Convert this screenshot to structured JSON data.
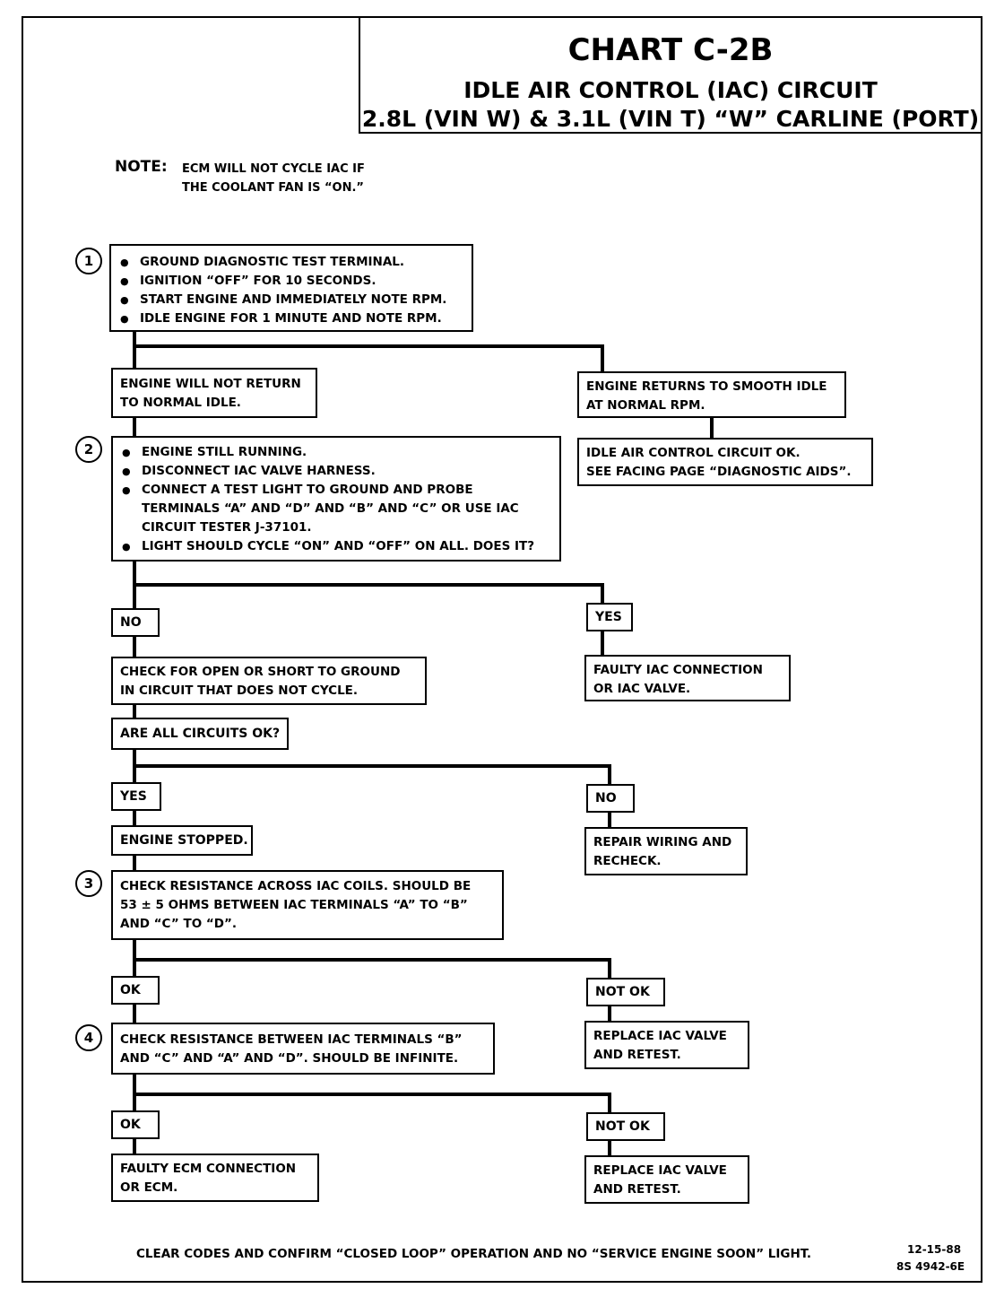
{
  "header": {
    "title": "CHART C-2B",
    "subtitle_line1": "IDLE AIR CONTROL (IAC) CIRCUIT",
    "subtitle_line2": "2.8L (VIN W) & 3.1L (VIN T)  “W”  CARLINE  (PORT)"
  },
  "note": {
    "label": "NOTE:",
    "line1": "ECM WILL NOT CYCLE IAC IF",
    "line2": "THE COOLANT FAN IS “ON.”"
  },
  "steps": {
    "s1": "1",
    "s2": "2",
    "s3": "3",
    "s4": "4"
  },
  "step1_box": {
    "items": [
      "GROUND DIAGNOSTIC TEST TERMINAL.",
      "IGNITION “OFF” FOR 10 SECONDS.",
      "START ENGINE AND IMMEDIATELY NOTE RPM.",
      "IDLE ENGINE FOR 1 MINUTE AND NOTE RPM."
    ]
  },
  "engine_no_return": {
    "line1": "ENGINE WILL NOT RETURN",
    "line2": "TO NORMAL IDLE."
  },
  "engine_returns": {
    "line1": "ENGINE RETURNS TO SMOOTH IDLE",
    "line2": "AT NORMAL RPM."
  },
  "iac_ok": {
    "line1": "IDLE AIR CONTROL CIRCUIT OK.",
    "line2": "SEE FACING PAGE “DIAGNOSTIC AIDS”."
  },
  "step2_box": {
    "b1": "ENGINE STILL RUNNING.",
    "b2": "DISCONNECT IAC VALVE HARNESS.",
    "b3_line1": "CONNECT A TEST LIGHT TO GROUND AND PROBE",
    "b3_line2": "TERMINALS “A” AND “D” AND “B” AND “C” OR USE IAC",
    "b3_line3": "CIRCUIT TESTER J-37101.",
    "b4": "LIGHT SHOULD CYCLE “ON” AND “OFF” ON ALL.  DOES IT?"
  },
  "labels": {
    "no1": "NO",
    "yes1": "YES",
    "yes2": "YES",
    "no2": "NO",
    "ok1": "OK",
    "notok1": "NOT OK",
    "ok2": "OK",
    "notok2": "NOT OK"
  },
  "check_open": {
    "line1": "CHECK FOR OPEN OR SHORT TO GROUND",
    "line2": "IN CIRCUIT THAT DOES NOT CYCLE."
  },
  "faulty_iac": {
    "line1": "FAULTY IAC CONNECTION",
    "line2": "OR  IAC  VALVE."
  },
  "all_circuits": "ARE ALL CIRCUITS OK?",
  "engine_stopped": "ENGINE STOPPED.",
  "repair_wiring": {
    "line1": "REPAIR WIRING AND",
    "line2": "RECHECK."
  },
  "step3_box": {
    "line1": "CHECK RESISTANCE ACROSS IAC COILS.  SHOULD BE",
    "line2": "53 ± 5 OHMS BETWEEN IAC TERMINALS  “A” TO “B”",
    "line3": "AND “C” TO “D”."
  },
  "replace1": {
    "line1": "REPLACE IAC VALVE",
    "line2": "AND RETEST."
  },
  "step4_box": {
    "line1": "CHECK RESISTANCE BETWEEN IAC TERMINALS “B”",
    "line2": "AND “C” AND “A” AND “D”.  SHOULD BE INFINITE."
  },
  "faulty_ecm": {
    "line1": "FAULTY ECM CONNECTION",
    "line2": "OR ECM."
  },
  "replace2": {
    "line1": "REPLACE IAC VALVE",
    "line2": "AND RETEST."
  },
  "footer": {
    "text": "CLEAR CODES AND CONFIRM  “CLOSED LOOP” OPERATION AND NO “SERVICE ENGINE SOON” LIGHT.",
    "date": "12-15-88",
    "code": "8S 4942-6E"
  }
}
